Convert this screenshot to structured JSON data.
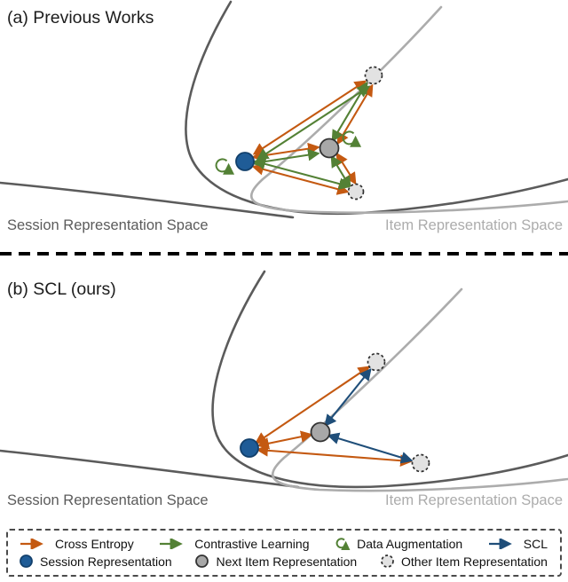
{
  "panel_a": {
    "title": "(a) Previous Works",
    "session_space_label": "Session Representation Space",
    "item_space_label": "Item Representation Space"
  },
  "panel_b": {
    "title": "(b) SCL (ours)",
    "session_space_label": "Session Representation Space",
    "item_space_label": "Item Representation Space"
  },
  "legend": {
    "row1": [
      {
        "icon": "cross-entropy-arrow-icon",
        "label": "Cross Entropy"
      },
      {
        "icon": "contrastive-learning-arrow-icon",
        "label": "Contrastive Learning"
      },
      {
        "icon": "data-augmentation-loop-icon",
        "label": "Data Augmentation"
      },
      {
        "icon": "scl-arrow-icon",
        "label": "SCL"
      }
    ],
    "row2": [
      {
        "icon": "session-representation-circle-icon",
        "label": "Session Representation"
      },
      {
        "icon": "next-item-representation-circle-icon",
        "label": "Next Item Representation"
      },
      {
        "icon": "other-item-representation-circle-icon",
        "label": "Other Item Representation"
      }
    ]
  },
  "colors": {
    "cross_entropy": "#C45911",
    "contrastive": "#538135",
    "scl": "#1F4E79",
    "session_fill": "#1F5C97",
    "session_stroke": "#12406C",
    "next_item_fill": "#A8A8A8",
    "next_item_stroke": "#333333",
    "other_item_fill": "#E2E2E2",
    "other_item_stroke": "#2E2E2E",
    "session_space_curve": "#5B5B5B",
    "item_space_curve": "#ACACAC",
    "divider": "#000000",
    "legend_border": "#4B4B4B"
  }
}
